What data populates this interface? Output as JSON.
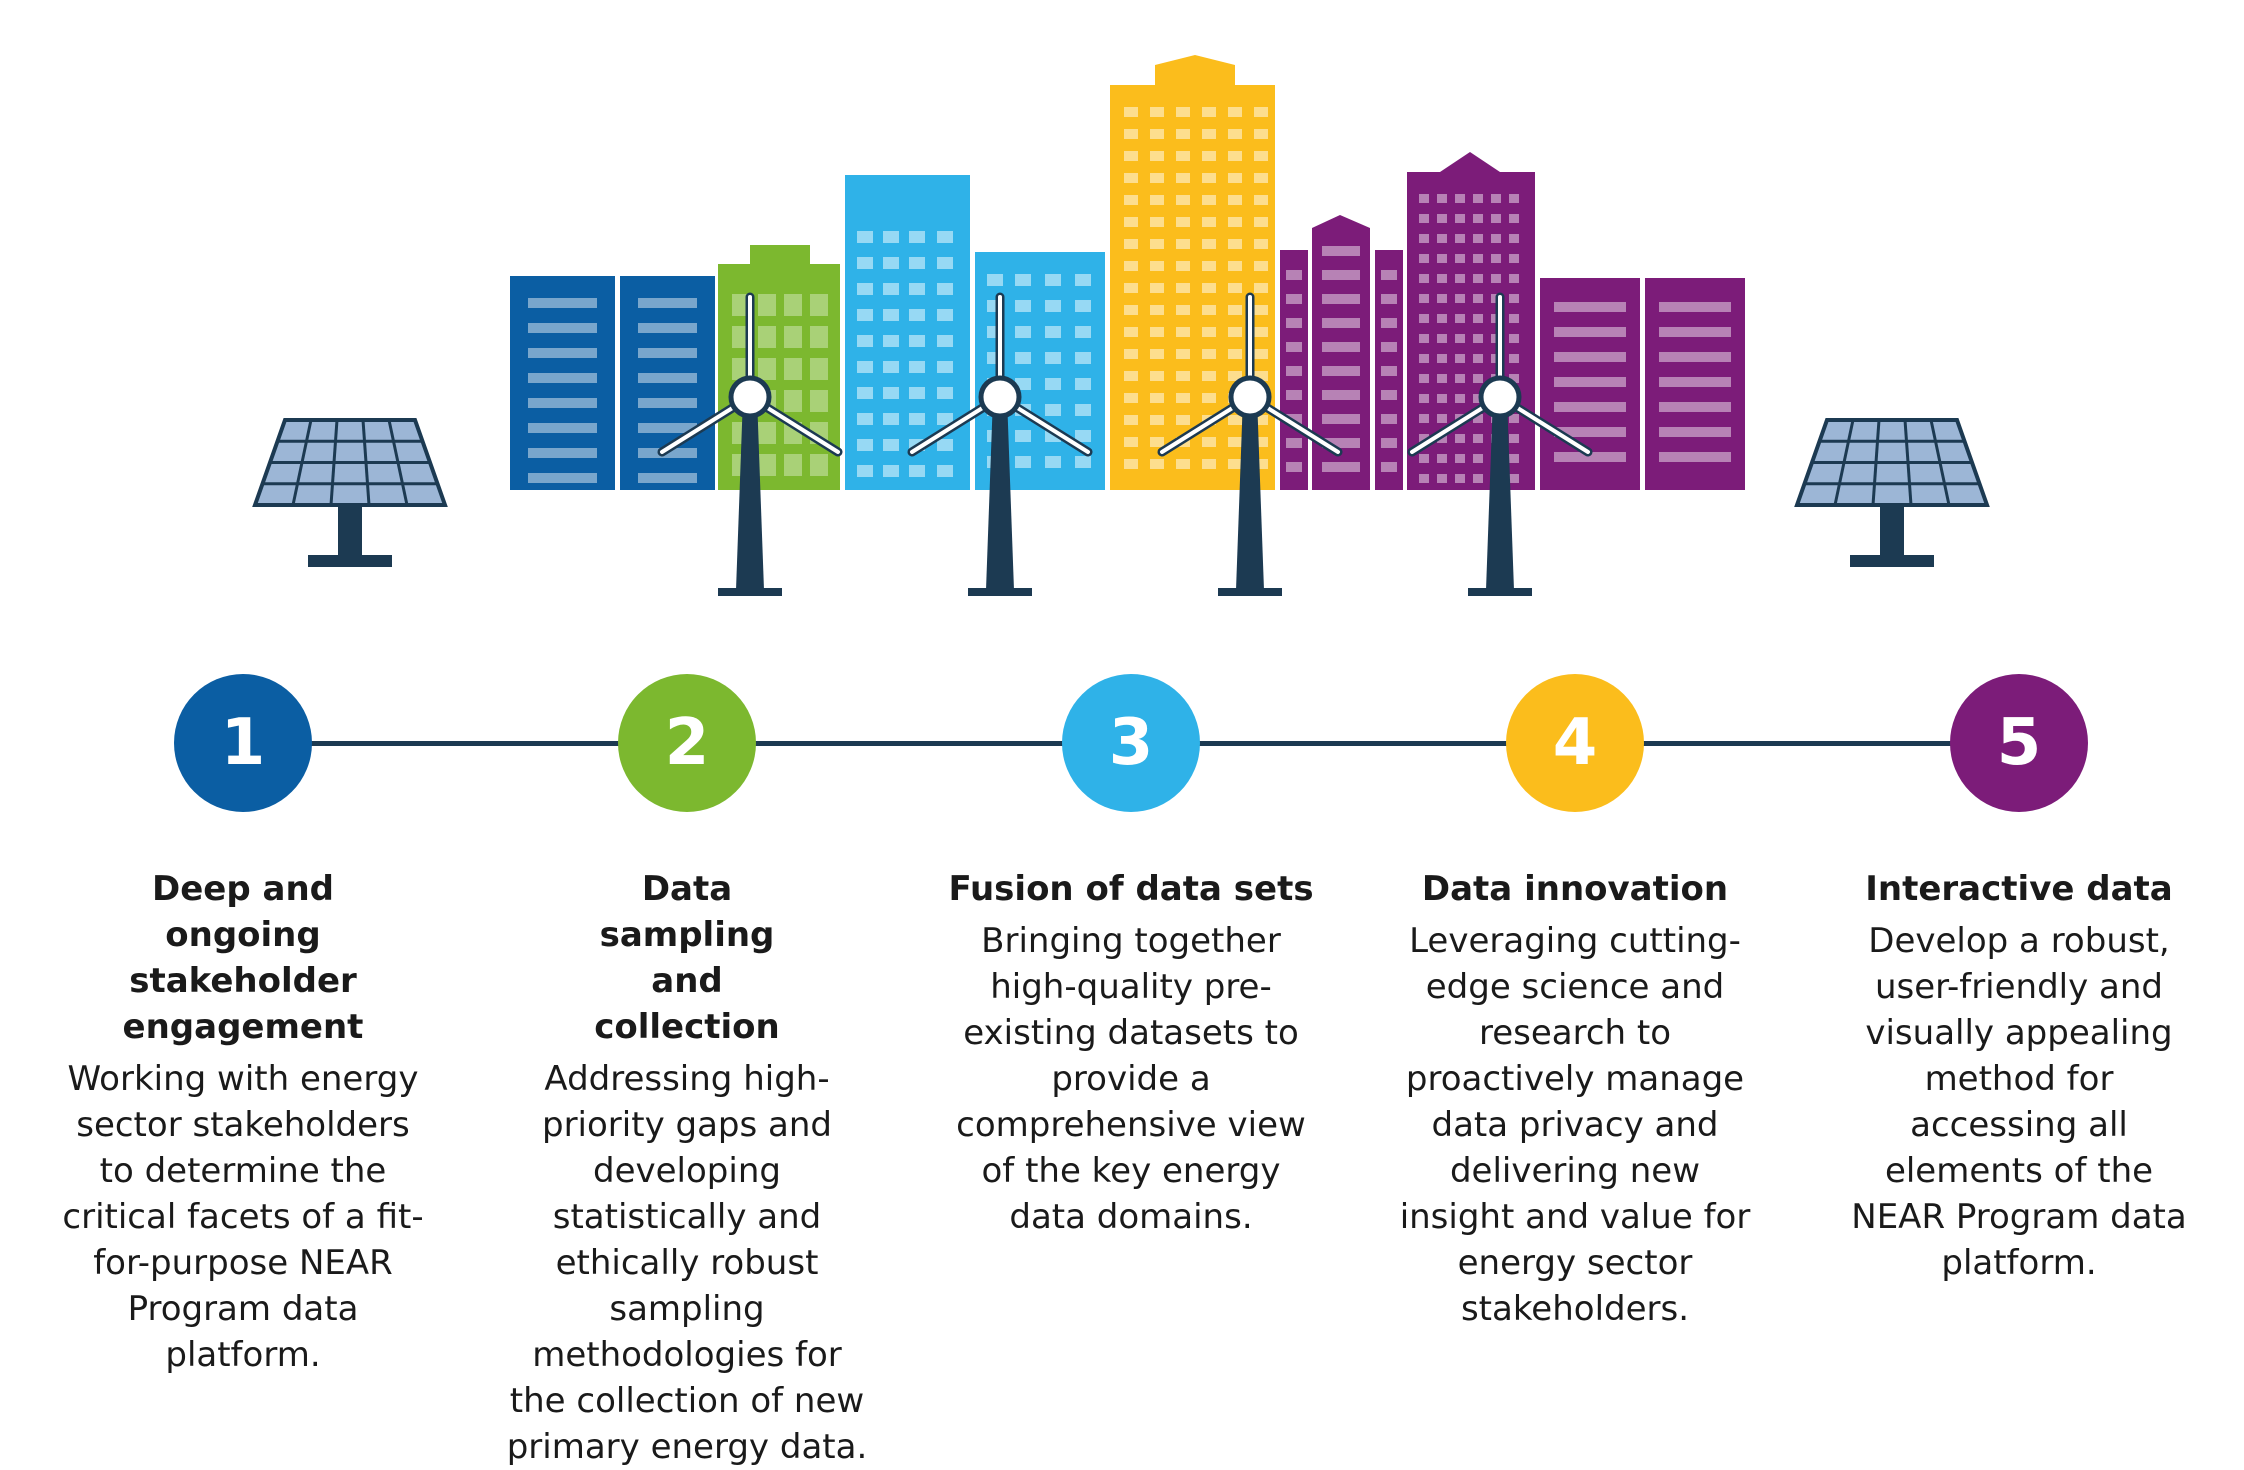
{
  "colors": {
    "blue": "#0b5ea3",
    "green": "#7cb82f",
    "cyan": "#2fb2e8",
    "yellow": "#fbbd1c",
    "purple": "#7c1c79",
    "navy": "#1c3a52",
    "panel": "#9cb6d6"
  },
  "icons": [
    "solar-panel-icon",
    "wind-turbine-icon",
    "building-icon"
  ],
  "steps": [
    {
      "number": "1",
      "title": "Deep and ongoing stakeholder engagement",
      "description": "Working with energy sector stakeholders to determine the critical facets of a fit-for-purpose NEAR Program data platform."
    },
    {
      "number": "2",
      "title": "Data sampling and collection",
      "description": "Addressing high-priority gaps and developing statistically and ethically robust sampling methodologies for the collection of new primary energy data."
    },
    {
      "number": "3",
      "title": "Fusion of data sets",
      "description": "Bringing together high-quality pre-existing datasets to provide a comprehensive view of the key energy data domains."
    },
    {
      "number": "4",
      "title": "Data innovation",
      "description": "Leveraging cutting-edge science and research to proactively manage data privacy and delivering new insight and value for energy sector stakeholders."
    },
    {
      "number": "5",
      "title": "Interactive data",
      "description": "Develop a robust, user-friendly and visually appealing method for accessing all elements of the NEAR Program data platform."
    }
  ]
}
